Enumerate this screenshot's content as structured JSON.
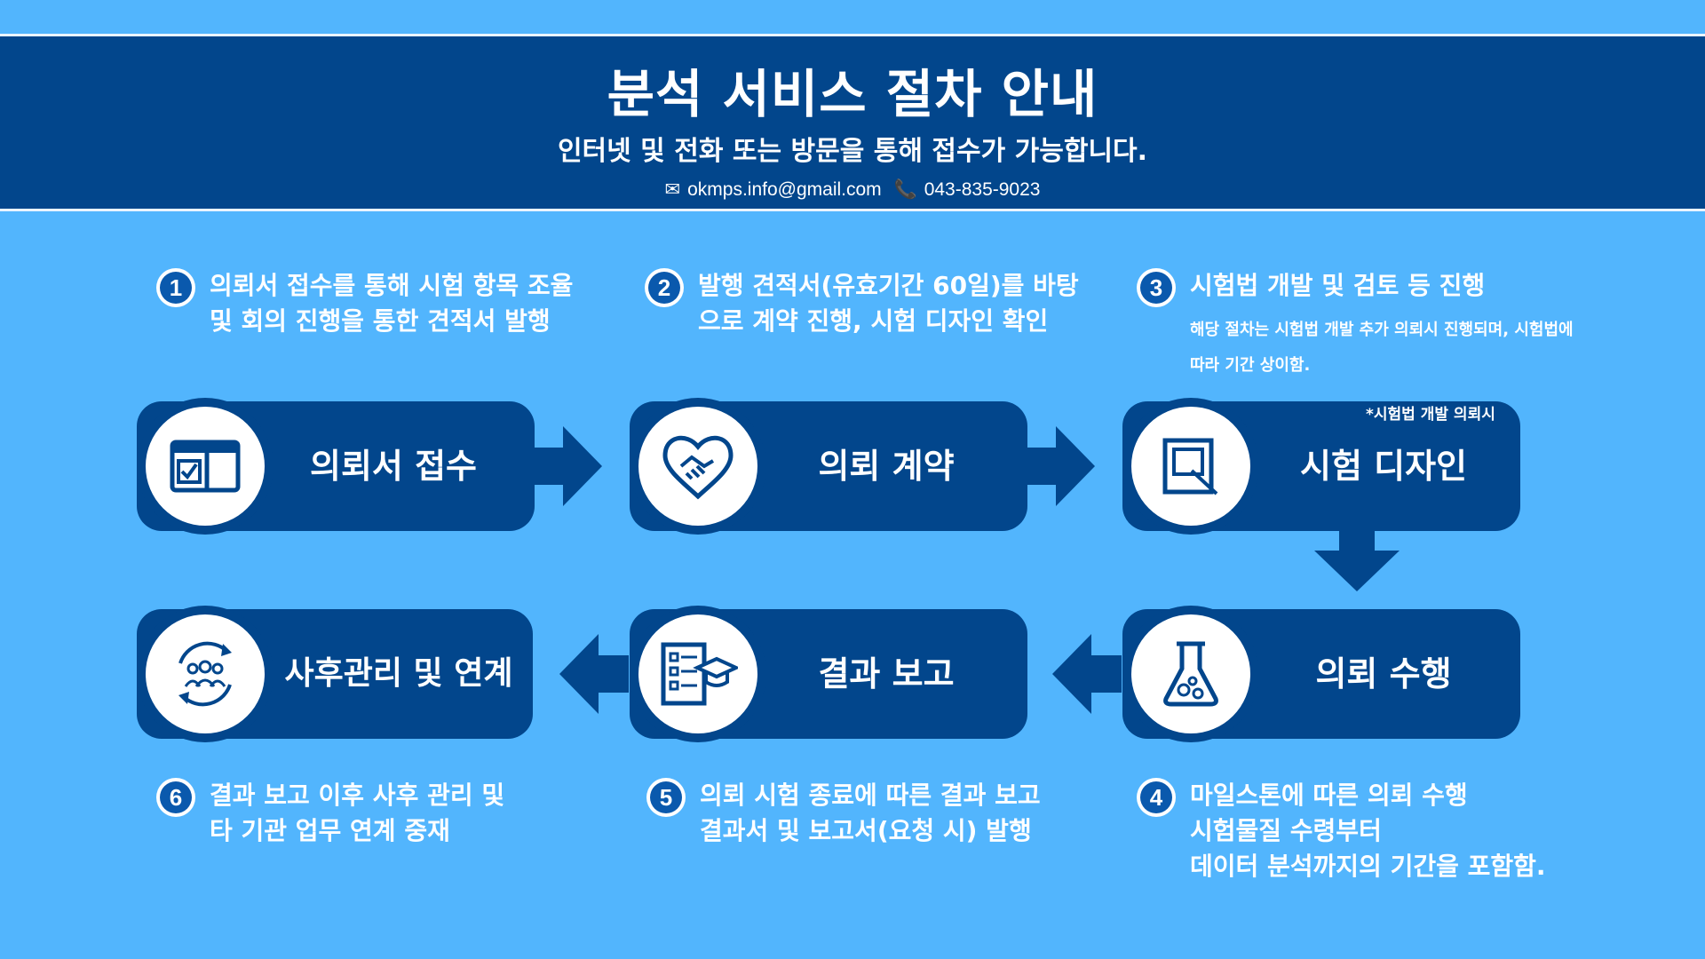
{
  "header": {
    "title": "분석 서비스 절차 안내",
    "subtitle": "인터넷 및 전화 또는 방문을 통해 접수가 가능합니다.",
    "email": "okmps.info@gmail.com",
    "phone": "043-835-9023"
  },
  "steps": [
    {
      "num": "1",
      "line1": "의뢰서 접수를 통해 시험 항목 조율",
      "line2": "및 회의 진행을 통한 견적서 발행",
      "card": "의뢰서 접수",
      "icon": "form-checkbox-icon"
    },
    {
      "num": "2",
      "line1": "발행 견적서(유효기간 60일)를 바탕",
      "line2": "으로 계약 진행, 시험 디자인 확인",
      "card": "의뢰 계약",
      "icon": "handshake-icon"
    },
    {
      "num": "3",
      "line1": "시험법 개발 및 검토 등 진행",
      "sub": "해당 절차는 시험법 개발 추가 의뢰시 진행되며, 시험법에 따라 기간 상이함.",
      "card": "시험 디자인",
      "note": "*시험법 개발 의뢰시",
      "icon": "document-design-icon"
    },
    {
      "num": "4",
      "line1": "마일스톤에 따른  의뢰 수행",
      "line2": "시험물질 수령부터",
      "line3": "데이터 분석까지의 기간을 포함함.",
      "card": "의뢰 수행",
      "icon": "lab-flask-icon"
    },
    {
      "num": "5",
      "line1": "의뢰 시험 종료에 따른 결과 보고",
      "line2": "결과서 및 보고서(요청 시) 발행",
      "card": "결과 보고",
      "icon": "report-graduation-icon"
    },
    {
      "num": "6",
      "line1": "결과 보고 이후 사후 관리 및",
      "line2": "타 기관 업무 연계 중재",
      "card": "사후관리 및 연계",
      "icon": "people-cycle-icon"
    }
  ],
  "colors": {
    "background": "#52b5fd",
    "primary": "#02468c",
    "white": "#ffffff"
  }
}
